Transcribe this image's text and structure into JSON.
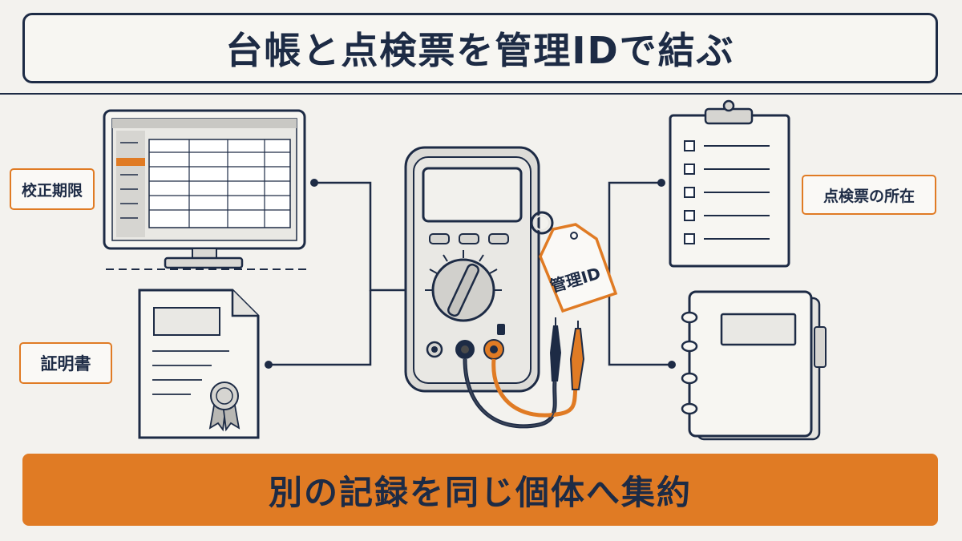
{
  "title": "台帳と点検票を管理IDで結ぶ",
  "labels": {
    "calibration_due": "校正期限",
    "certificate": "証明書",
    "inspection_location": "点検票の所在"
  },
  "device_tag": "管理ID",
  "footer": "別の記録を同じ個体へ集約",
  "colors": {
    "navy": "#1d2b45",
    "accent": "#e07b24",
    "background": "#f3f2ee"
  },
  "icons": {
    "ledger": "monitor-spreadsheet-icon",
    "certificate": "certificate-document-icon",
    "device": "multimeter-icon",
    "checklist": "clipboard-checklist-icon",
    "binder": "binder-notebook-icon"
  }
}
